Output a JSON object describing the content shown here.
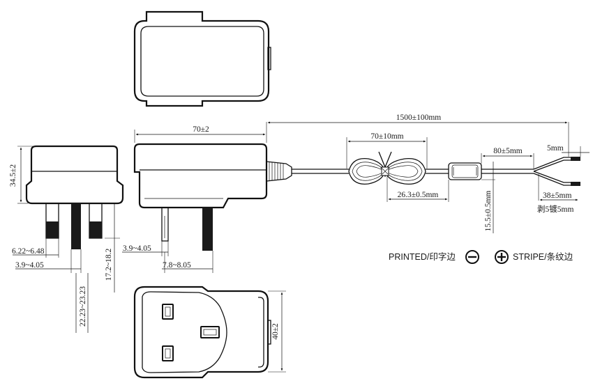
{
  "dimensions": {
    "body_width": "70±2",
    "body_height": "34.5±2",
    "cable_length": "1500±100mm",
    "coil_length": "70±10mm",
    "cable_to_core": "26.3±0.5mm",
    "core_diameter": "15.5±0.5mm",
    "split_length": "80±5mm",
    "strip_length": "5mm",
    "lead_length": "38±5mm",
    "strip_note": "剥5镀5mm",
    "pin_width": "6.22~6.48",
    "pin_thickness": "3.9~4.05",
    "pin_spacing": "22.23~23.23",
    "pin_length": "17.2~18.2",
    "side_pin_thickness": "3.9~4.05",
    "side_pin_offset": "7.8~8.05",
    "plug_height": "40±2"
  },
  "legend": {
    "printed_label": "PRINTED/印字边",
    "stripe_label": "STRIPE/条纹边"
  },
  "icons": {
    "printed": "minus-circle-icon",
    "stripe": "plus-circle-icon"
  },
  "colors": {
    "line": "#111111",
    "pin_fill": "#1a1a1a",
    "background": "#ffffff"
  }
}
